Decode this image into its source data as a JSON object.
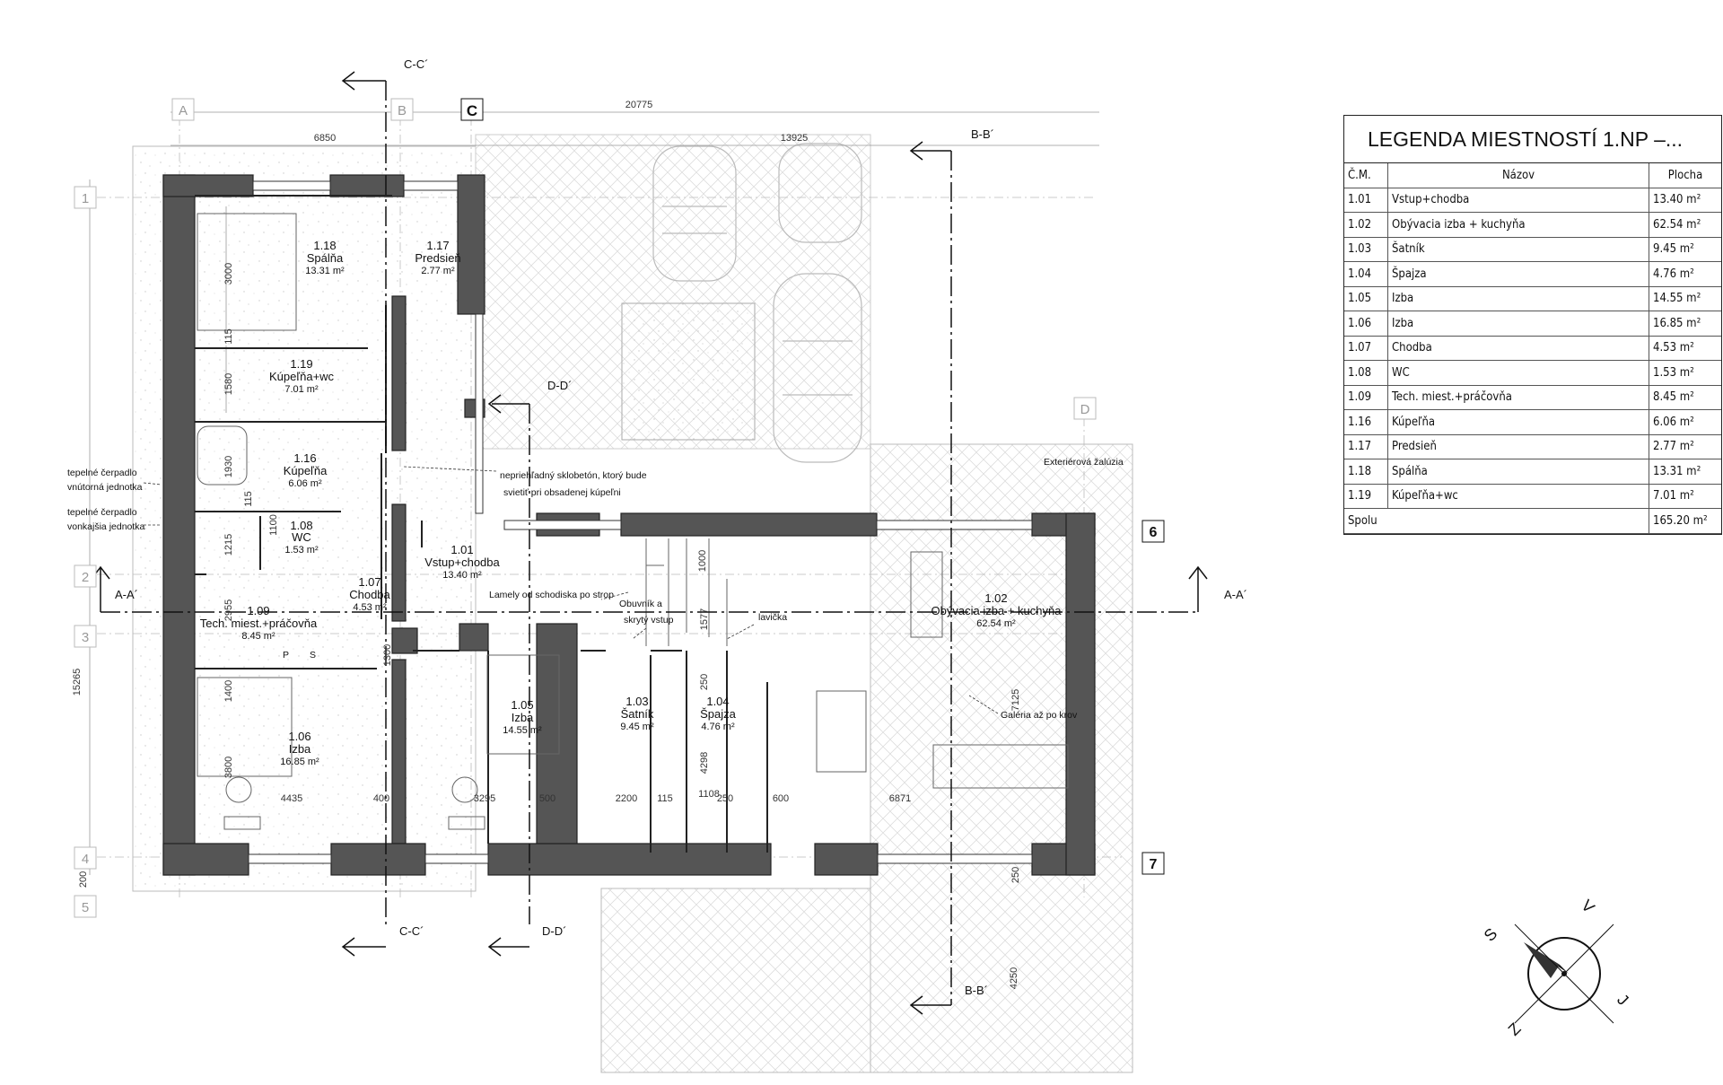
{
  "legend": {
    "title": "LEGENDA MIESTNOSTÍ 1.NP –...",
    "col_no": "Č.M.",
    "col_name": "Názov",
    "col_area": "Plocha",
    "rows": [
      {
        "no": "1.01",
        "name": "Vstup+chodba",
        "area": "13.40 m²"
      },
      {
        "no": "1.02",
        "name": "Obývacia izba + kuchyňa",
        "area": "62.54 m²"
      },
      {
        "no": "1.03",
        "name": "Šatník",
        "area": "9.45 m²"
      },
      {
        "no": "1.04",
        "name": "Špajza",
        "area": "4.76 m²"
      },
      {
        "no": "1.05",
        "name": "Izba",
        "area": "14.55 m²"
      },
      {
        "no": "1.06",
        "name": "Izba",
        "area": "16.85 m²"
      },
      {
        "no": "1.07",
        "name": "Chodba",
        "area": "4.53 m²"
      },
      {
        "no": "1.08",
        "name": "WC",
        "area": "1.53 m²"
      },
      {
        "no": "1.09",
        "name": "Tech. miest.+práčovňa",
        "area": "8.45 m²"
      },
      {
        "no": "1.16",
        "name": "Kúpeľňa",
        "area": "6.06 m²"
      },
      {
        "no": "1.17",
        "name": "Predsieň",
        "area": "2.77 m²"
      },
      {
        "no": "1.18",
        "name": "Spálňa",
        "area": "13.31 m²"
      },
      {
        "no": "1.19",
        "name": "Kúpeľňa+wc",
        "area": "7.01 m²"
      }
    ],
    "total_label": "Spolu",
    "total_area": "165.20 m²"
  },
  "rooms": {
    "r118": {
      "id": "1.18",
      "name": "Spálňa",
      "area": "13.31 m²"
    },
    "r117": {
      "id": "1.17",
      "name": "Predsieň",
      "area": "2.77 m²"
    },
    "r119": {
      "id": "1.19",
      "name": "Kúpeľňa+wc",
      "area": "7.01 m²"
    },
    "r116": {
      "id": "1.16",
      "name": "Kúpeľňa",
      "area": "6.06 m²"
    },
    "r108": {
      "id": "1.08",
      "name": "WC",
      "area": "1.53 m²"
    },
    "r101": {
      "id": "1.01",
      "name": "Vstup+chodba",
      "area": "13.40 m²"
    },
    "r107": {
      "id": "1.07",
      "name": "Chodba",
      "area": "4.53 m²"
    },
    "r109": {
      "id": "1.09",
      "name": "Tech. miest.+práčovňa",
      "area": "8.45 m²"
    },
    "r106": {
      "id": "1.06",
      "name": "Izba",
      "area": "16.85 m²"
    },
    "r105": {
      "id": "1.05",
      "name": "Izba",
      "area": "14.55 m²"
    },
    "r103": {
      "id": "1.03",
      "name": "Šatník",
      "area": "9.45 m²"
    },
    "r104": {
      "id": "1.04",
      "name": "Špajza",
      "area": "4.76 m²"
    },
    "r102": {
      "id": "1.02",
      "name": "Obývacia izba + kuchyňa",
      "area": "62.54 m²"
    }
  },
  "sections": {
    "cc_top": "C-C´",
    "cc_bottom": "C-C´",
    "bb_top": "B-B´",
    "bb_bottom": "B-B´",
    "aa_left": "A-A´",
    "aa_right": "A-A´",
    "dd_mid": "D-D´",
    "dd_bottom": "D-D´"
  },
  "grid": {
    "a": "A",
    "b": "B",
    "c": "C",
    "d": "D",
    "n1": "1",
    "n2": "2",
    "n3": "3",
    "n4": "4",
    "n5": "5",
    "n6": "6",
    "n7": "7"
  },
  "dimensions": {
    "d20775": "20775",
    "d6850": "6850",
    "d13925": "13925",
    "d15265": "15265",
    "d3000": "3000",
    "d115a": "115",
    "d1580": "1580",
    "d1930": "1930",
    "d115b": "115",
    "d1215": "1215",
    "d1100": "1100",
    "d2955": "2955",
    "d1400": "1400",
    "d3800": "3800",
    "d4435": "4435",
    "d400": "400",
    "d3295": "3295",
    "d500": "500",
    "d2200": "2200",
    "d115c": "115",
    "d250a": "250",
    "d1108": "1108",
    "d600": "600",
    "d6871": "6871",
    "d250b": "250",
    "d4298": "4298",
    "d1577": "1577",
    "d1000": "1000",
    "d7125": "7125",
    "d4250": "4250",
    "d200": "200",
    "d1300": "1300",
    "d250c": "250"
  },
  "annotations": {
    "hp_in_1": "tepelné čerpadlo",
    "hp_in_2": "vnútorná jednotka",
    "hp_out_1": "tepelné čerpadlo",
    "hp_out_2": "vonkajšia jednotka",
    "glass_1": "nepriehľadný sklobetón, ktorý bude",
    "glass_2": "svietiť pri obsadenej kúpeľni",
    "lamely": "Lamely od schodiska po strop",
    "obuvnik_1": "Obuvník a",
    "obuvnik_2": "skrytý vstup",
    "lavicka": "lavička",
    "galeria": "Galéria až po krov",
    "zaluzia": "Exteriérová žalúzia",
    "p": "P",
    "s": "S"
  },
  "compass": {
    "n": "S",
    "e": "V",
    "s": "J",
    "w": "Z"
  }
}
